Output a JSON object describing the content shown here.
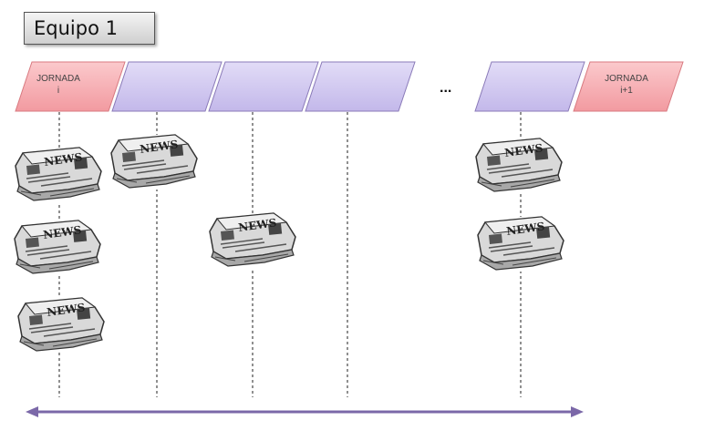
{
  "title": "Equipo 1",
  "ellipsis": "...",
  "rounds": [
    {
      "label_line1": "JORNADA",
      "label_line2": "i",
      "kind": "boundary"
    },
    {
      "label_line1": "",
      "label_line2": "",
      "kind": "day"
    },
    {
      "label_line1": "",
      "label_line2": "",
      "kind": "day"
    },
    {
      "label_line1": "",
      "label_line2": "",
      "kind": "day"
    },
    {
      "label_line1": "",
      "label_line2": "",
      "kind": "day"
    },
    {
      "label_line1": "JORNADA",
      "label_line2": "i+1",
      "kind": "boundary"
    }
  ],
  "news_icon_text": "NEWS",
  "colors": {
    "boundary_fill": "#f7a8ad",
    "boundary_stroke": "#d87a80",
    "day_fill": "#c9c0ec",
    "day_stroke": "#8a7ab8",
    "arrow": "#7b68a8"
  }
}
